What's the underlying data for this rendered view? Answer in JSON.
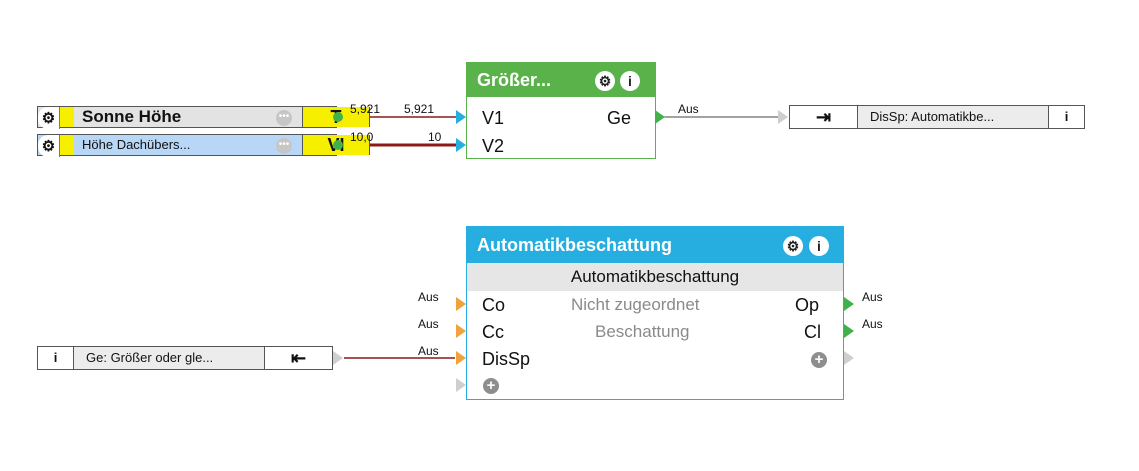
{
  "sensors": [
    {
      "label": "Sonne Höhe",
      "tag": "T",
      "dots_icon": "ellipsis-icon",
      "gear_icon": "gear-icon"
    },
    {
      "label": "Höhe Dachübers...",
      "tag": "VI",
      "dots_icon": "ellipsis-icon",
      "gear_icon": "gear-icon"
    }
  ],
  "wire_labels": {
    "t_out": "5,921",
    "v1_in": "5,921",
    "vi_out": "10,0",
    "v2_in": "10",
    "ge_out": "Aus",
    "co_in": "Aus",
    "cc_in": "Aus",
    "dissp_in": "Aus",
    "op_out": "Aus",
    "cl_out": "Aus"
  },
  "compare_block": {
    "title": "Größer...",
    "header_color": "#5ab24a",
    "inputs": [
      "V1",
      "V2"
    ],
    "outputs": [
      "Ge"
    ]
  },
  "shade_block": {
    "title": "Automatikbeschattung",
    "header_color": "#27aee0",
    "subtitle": "Automatikbeschattung",
    "inputs": [
      "Co",
      "Cc",
      "DisSp"
    ],
    "outputs": [
      "Op",
      "Cl"
    ],
    "status_1": "Nicht zugeordnet",
    "status_2": "Beschattung",
    "add_icon": "plus-icon"
  },
  "out_connector": {
    "label": "DisSp: Automatikbe...",
    "icon": "connector-out-icon",
    "info_icon": "info-icon"
  },
  "in_connector": {
    "label": "Ge: Größer oder gle...",
    "icon": "connector-in-icon",
    "info_icon": "info-icon"
  },
  "colors": {
    "wire_red": "#8b1a1a",
    "port_blue": "#27aee0",
    "port_orange": "#f0a23c",
    "port_green": "#41b24a"
  }
}
